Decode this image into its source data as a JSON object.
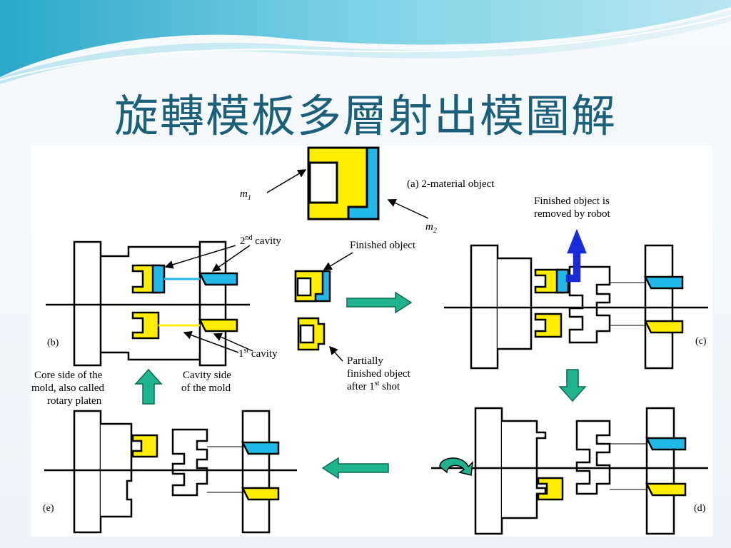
{
  "title": "旋轉模板多層射出模圖解",
  "labels": {
    "material_object": "(a) 2-material object",
    "m1": "m",
    "m1_sub": "1",
    "m2": "m",
    "m2_sub": "2",
    "finished_removed_1": "Finished object is",
    "finished_removed_2": "removed by robot",
    "cavity2_sup": "nd",
    "cavity2_num": "2",
    "cavity2_text": " cavity",
    "finished_object": "Finished object",
    "cavity1_num": "1",
    "cavity1_sup": "st",
    "cavity1_text": " cavity",
    "partial_1": "Partially",
    "partial_2": "finished object",
    "partial_3": "after 1",
    "partial_3_sup": "st",
    "partial_3_tail": " shot",
    "core_1": "Core side of the",
    "core_2": "mold, also called",
    "core_3": "rotary platen",
    "cavity_side_1": "Cavity side",
    "cavity_side_2": "of the mold",
    "panel_b": "(b)",
    "panel_c": "(c)",
    "panel_d": "(d)",
    "panel_e": "(e)"
  },
  "colors": {
    "yellow": "#ffee00",
    "cyan": "#22b8e8",
    "arrow_green": "#1fb48f",
    "robot_blue": "#1a2bd8",
    "title": "#1b5f7a"
  }
}
